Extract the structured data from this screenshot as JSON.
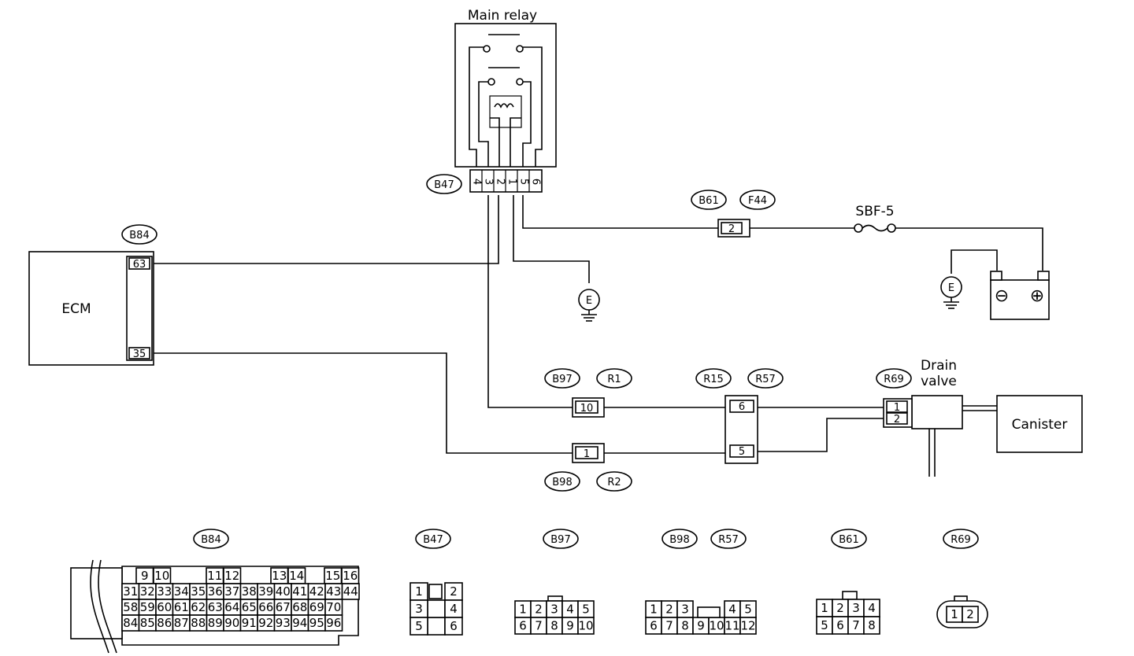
{
  "labels": {
    "main_relay": "Main relay",
    "ecm": "ECM",
    "sbf": "SBF-5",
    "drain_valve_line1": "Drain",
    "drain_valve_line2": "valve",
    "canister": "Canister",
    "ground": "E"
  },
  "connector_tags": {
    "b47": "B47",
    "b84": "B84",
    "b61": "B61",
    "f44": "F44",
    "b97": "B97",
    "r1": "R1",
    "r15": "R15",
    "r57": "R57",
    "r69": "R69",
    "b98": "B98",
    "r2": "R2"
  },
  "pins": {
    "relay": [
      "4",
      "3",
      "2",
      "1",
      "5",
      "6"
    ],
    "ecm_63": "63",
    "ecm_35": "35",
    "b61_2": "2",
    "b97_10": "10",
    "b98_1": "1",
    "r57_6": "6",
    "r57_5": "5",
    "r69_1": "1",
    "r69_2": "2"
  },
  "connector_faces": {
    "b84": {
      "tag": "B84",
      "rows": [
        [
          "9",
          "10",
          "11",
          "12",
          "13",
          "14",
          "15",
          "16"
        ],
        [
          "31",
          "32",
          "33",
          "34",
          "35",
          "36",
          "37",
          "38",
          "39",
          "40",
          "41",
          "42",
          "43",
          "44"
        ],
        [
          "58",
          "59",
          "60",
          "61",
          "62",
          "63",
          "64",
          "65",
          "66",
          "67",
          "68",
          "69",
          "70"
        ],
        [
          "84",
          "85",
          "86",
          "87",
          "88",
          "89",
          "90",
          "91",
          "92",
          "93",
          "94",
          "95",
          "96"
        ]
      ]
    },
    "b47": {
      "tag": "B47",
      "rows": [
        [
          "1",
          "2"
        ],
        [
          "3",
          "4"
        ],
        [
          "5",
          "6"
        ]
      ]
    },
    "b97": {
      "tag": "B97",
      "rows": [
        [
          "1",
          "2",
          "3",
          "4",
          "5"
        ],
        [
          "6",
          "7",
          "8",
          "9",
          "10"
        ]
      ]
    },
    "b98_r57": {
      "tags": [
        "B98",
        "R57"
      ],
      "rows": [
        [
          "1",
          "2",
          "3",
          "4",
          "5"
        ],
        [
          "6",
          "7",
          "8",
          "9",
          "10",
          "11",
          "12"
        ]
      ]
    },
    "b61": {
      "tag": "B61",
      "rows": [
        [
          "1",
          "2",
          "3",
          "4"
        ],
        [
          "5",
          "6",
          "7",
          "8"
        ]
      ]
    },
    "r69": {
      "tag": "R69",
      "rows": [
        [
          "1",
          "2"
        ]
      ]
    }
  },
  "battery_symbols": {
    "negative": "⊖",
    "positive": "⊕"
  }
}
